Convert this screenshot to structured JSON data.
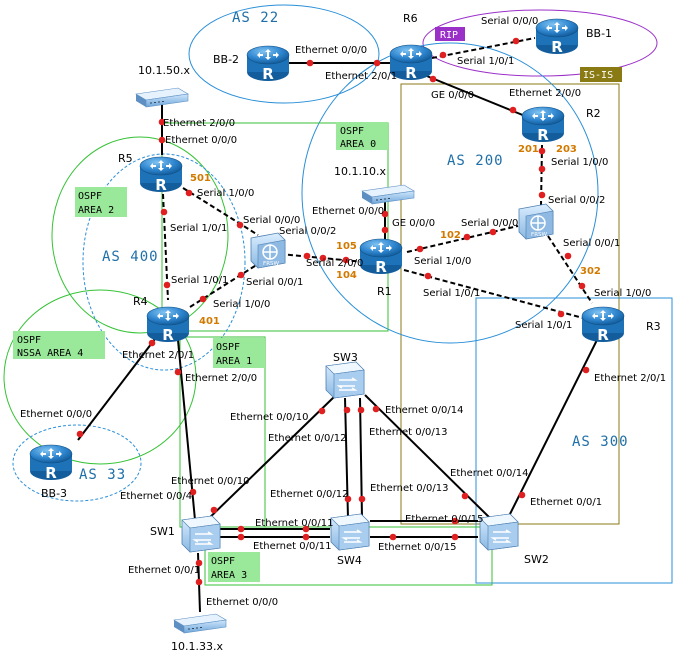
{
  "devices": {
    "R6": "R6",
    "BB1": "BB-1",
    "BB2": "BB-2",
    "BB3": "BB-3",
    "R2": "R2",
    "R5": "R5",
    "R4": "R4",
    "R1": "R1",
    "R3": "R3",
    "SW1": "SW1",
    "SW2": "SW2",
    "SW3": "SW3",
    "SW4": "SW4",
    "FRSW_left": "FRSW",
    "FRSW_right": "FRSW"
  },
  "hosts": {
    "h50": "10.1.50.x",
    "h10": "10.1.10.x",
    "h33": "10.1.33.x"
  },
  "as_labels": {
    "as22": "AS 22",
    "as200": "AS 200",
    "as400": "AS 400",
    "as300": "AS 300",
    "as33": "AS 33"
  },
  "tags": {
    "rip": "RIP",
    "isis": "IS-IS"
  },
  "areas": {
    "area0_l1": "OSPF",
    "area0_l2": "AREA 0",
    "area2_l1": "OSPF",
    "area2_l2": "AREA 2",
    "area4_l1": "OSPF",
    "area4_l2": "NSSA AREA 4",
    "area1_l1": "OSPF",
    "area1_l2": "AREA 1",
    "area3_l1": "OSPF",
    "area3_l2": "AREA 3"
  },
  "dlci": {
    "d501": "501",
    "d401": "401",
    "d105": "105",
    "d104": "104",
    "d102": "102",
    "d201": "201",
    "d203": "203",
    "d302": "302"
  },
  "ports": {
    "p1": "Serial 0/0/0",
    "p2": "Serial 1/0/1",
    "p3": "Ethernet 0/0/0",
    "p4": "Ethernet 2/0/1",
    "p5": "GE 0/0/0",
    "p6": "Ethernet 2/0/0",
    "p7": "Serial 1/0/0",
    "p8": "Serial 0/0/2",
    "p9": "Ethernet 2/0/0",
    "p10": "Ethernet 0/0/0",
    "p11": "Serial 1/0/0",
    "p12": "Serial 1/0/1",
    "p13": "Serial 0/0/0",
    "p14": "Serial 0/0/2",
    "p15": "Ethernet 0/0/0",
    "p16": "GE 0/0/0",
    "p17": "Serial 0/0/0",
    "p18": "Serial 2/0/0",
    "p19": "Serial 0/0/1",
    "p20": "Serial 1/0/1",
    "p21": "Serial 1/0/0",
    "p22": "Serial 1/0/0",
    "p23": "Serial 1/0/1",
    "p24": "Serial 0/0/1",
    "p25": "Serial 1/0/0",
    "p26": "Serial 1/0/1",
    "p27": "Ethernet 2/0/1",
    "p28": "Ethernet 2/0/0",
    "p29": "Ethernet 2/0/1",
    "p30": "Ethernet 0/0/0",
    "p31": "Ethernet 0/0/10",
    "p32": "Ethernet 0/0/12",
    "p33": "Ethernet 0/0/14",
    "p34": "Ethernet 0/0/13",
    "p35": "Ethernet 0/0/12",
    "p36": "Ethernet 0/0/13",
    "p37": "Ethernet 0/0/10",
    "p38": "Ethernet 0/0/4",
    "p39": "Ethernet 0/0/11",
    "p40": "Ethernet 0/0/11",
    "p41": "Ethernet 0/0/15",
    "p42": "Ethernet 0/0/15",
    "p43": "Ethernet 0/0/14",
    "p44": "Ethernet 0/0/1",
    "p45": "Ethernet 0/0/1",
    "p46": "Ethernet 0/0/0"
  },
  "colors": {
    "as_blue": "#2a8fd8",
    "area_green": "#35c235",
    "rip_purple": "#9b30c9",
    "isis_olive": "#8a7a14",
    "link_red": "#e02020",
    "router_blue": "#1e73b8"
  }
}
